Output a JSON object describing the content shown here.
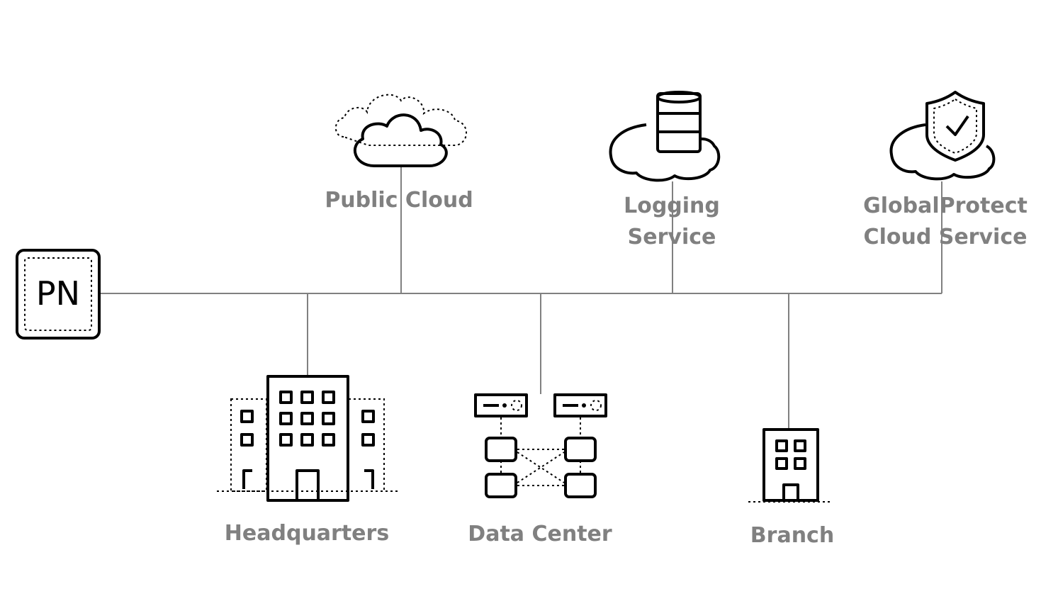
{
  "colors": {
    "icon": "#000000",
    "label": "#808080",
    "connector": "#808080",
    "background": "#ffffff"
  },
  "hub": {
    "label": "PN",
    "icon": "pn-box-icon"
  },
  "nodes": {
    "public_cloud": {
      "lines": [
        "Public Cloud"
      ],
      "icon": "cloud-icon"
    },
    "logging_service": {
      "lines": [
        "Logging",
        "Service"
      ],
      "icon": "database-cloud-icon"
    },
    "globalprotect": {
      "lines": [
        "GlobalProtect",
        "Cloud Service"
      ],
      "icon": "shield-cloud-icon"
    },
    "headquarters": {
      "lines": [
        "Headquarters"
      ],
      "icon": "office-building-icon"
    },
    "data_center": {
      "lines": [
        "Data Center"
      ],
      "icon": "server-rack-icon"
    },
    "branch": {
      "lines": [
        "Branch"
      ],
      "icon": "small-building-icon"
    }
  }
}
